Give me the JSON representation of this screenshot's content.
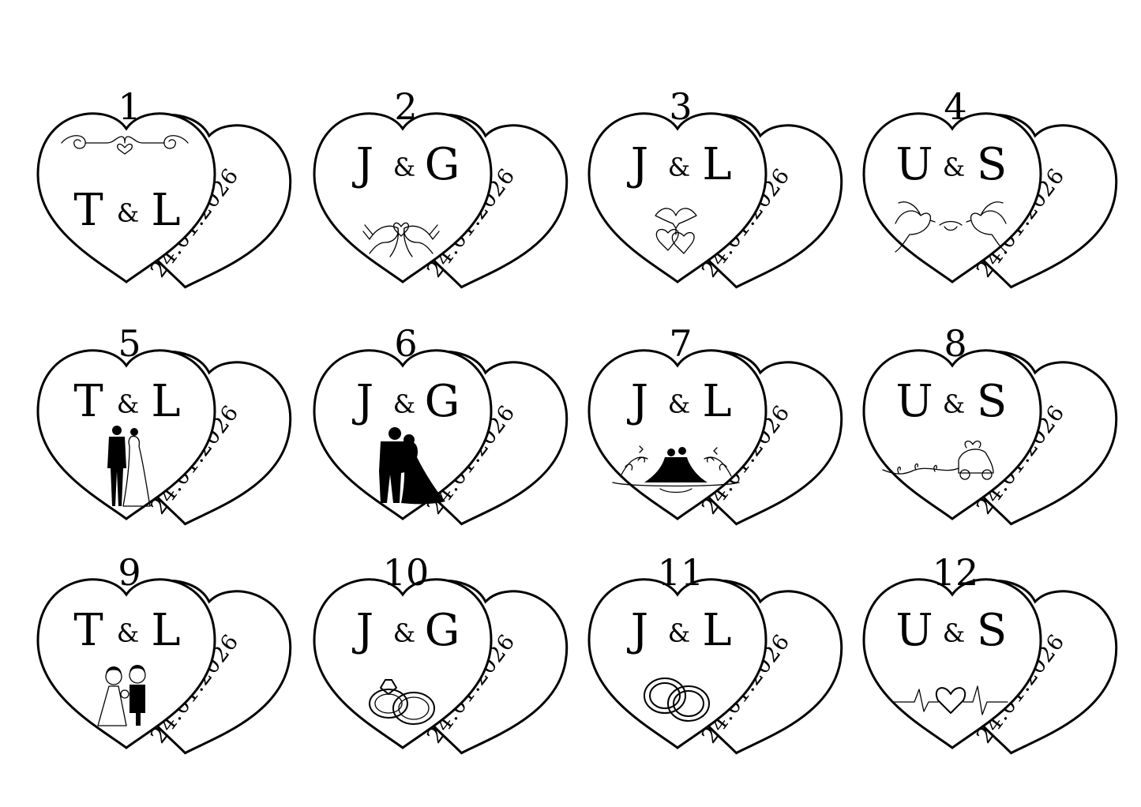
{
  "sheet": {
    "cards": [
      {
        "number": "1",
        "initial_left": "T",
        "ampersand": "&",
        "initial_right": "L",
        "date": "24.01.2026",
        "motif": "flourish-ornament-icon"
      },
      {
        "number": "2",
        "initial_left": "J",
        "ampersand": "&",
        "initial_right": "G",
        "date": "24.01.2026",
        "motif": "kissing-doves-icon"
      },
      {
        "number": "3",
        "initial_left": "J",
        "ampersand": "&",
        "initial_right": "L",
        "date": "24.01.2026",
        "motif": "doves-with-hearts-icon"
      },
      {
        "number": "4",
        "initial_left": "U",
        "ampersand": "&",
        "initial_right": "S",
        "date": "24.01.2026",
        "motif": "two-doves-icon"
      },
      {
        "number": "5",
        "initial_left": "T",
        "ampersand": "&",
        "initial_right": "L",
        "date": "24.01.2026",
        "motif": "bride-groom-silhouette-icon"
      },
      {
        "number": "6",
        "initial_left": "J",
        "ampersand": "&",
        "initial_right": "G",
        "date": "24.01.2026",
        "motif": "embracing-couple-icon"
      },
      {
        "number": "7",
        "initial_left": "J",
        "ampersand": "&",
        "initial_right": "L",
        "date": "24.01.2026",
        "motif": "floral-couple-icon"
      },
      {
        "number": "8",
        "initial_left": "U",
        "ampersand": "&",
        "initial_right": "S",
        "date": "24.01.2026",
        "motif": "wedding-car-icon"
      },
      {
        "number": "9",
        "initial_left": "T",
        "ampersand": "&",
        "initial_right": "L",
        "date": "24.01.2026",
        "motif": "cartoon-couple-icon"
      },
      {
        "number": "10",
        "initial_left": "J",
        "ampersand": "&",
        "initial_right": "G",
        "date": "24.01.2026",
        "motif": "diamond-rings-icon"
      },
      {
        "number": "11",
        "initial_left": "J",
        "ampersand": "&",
        "initial_right": "L",
        "date": "24.01.2026",
        "motif": "wedding-bands-icon"
      },
      {
        "number": "12",
        "initial_left": "U",
        "ampersand": "&",
        "initial_right": "S",
        "date": "24.01.2026",
        "motif": "heartbeat-line-icon"
      }
    ],
    "colors": {
      "ink": "#000000",
      "paper": "#ffffff"
    }
  }
}
